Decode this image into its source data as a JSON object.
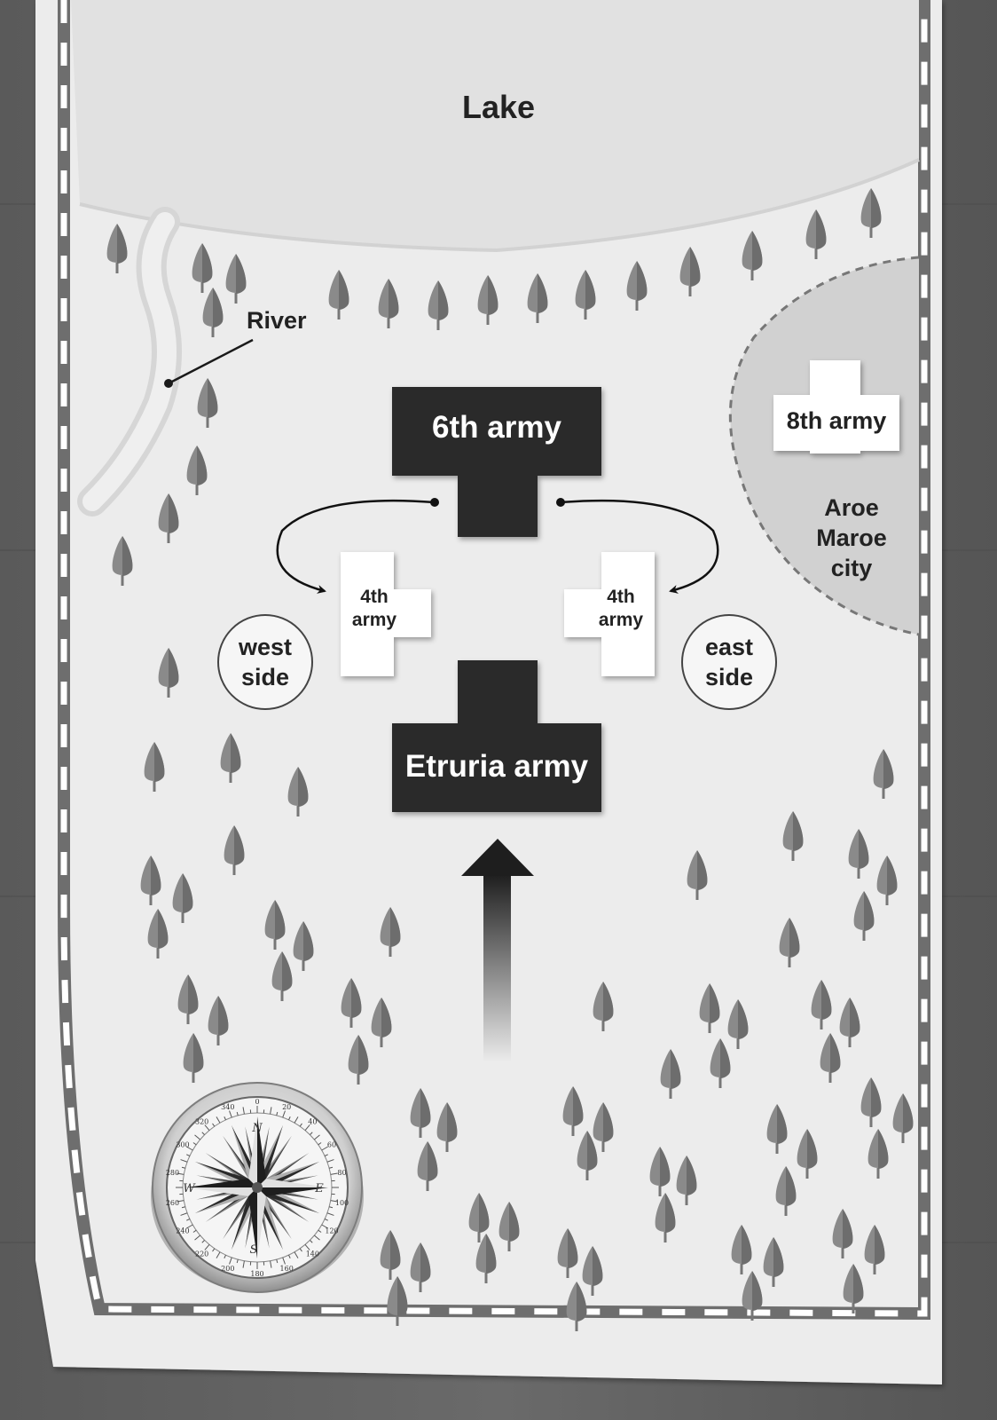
{
  "labels": {
    "lake": "Lake",
    "river": "River",
    "army_6": "6th army",
    "army_8": "8th army",
    "city": "Aroe Maroe city",
    "army_4_west": "4th army",
    "army_4_east": "4th army",
    "west_side": "west side",
    "east_side": "east side",
    "etruria_army": "Etruria army"
  },
  "compass": {
    "cardinal": {
      "n": "N",
      "e": "E",
      "s": "S",
      "w": "W"
    },
    "degrees": [
      "0",
      "20",
      "40",
      "60",
      "80",
      "100",
      "120",
      "140",
      "160",
      "180",
      "200",
      "220",
      "240",
      "260",
      "280",
      "300",
      "320",
      "340"
    ]
  },
  "legend_icons": [
    "tree-icon",
    "compass-icon",
    "advance-arrow-icon",
    "maneuver-arrow-icon"
  ],
  "colors": {
    "paper": "#ececec",
    "lake": "#e2e2e2",
    "city_area": "#d2d2d2",
    "army_dark": "#2a2a2a",
    "army_light": "#ffffff",
    "tree": "#8a8a8a",
    "border": "#6e6e6e"
  }
}
